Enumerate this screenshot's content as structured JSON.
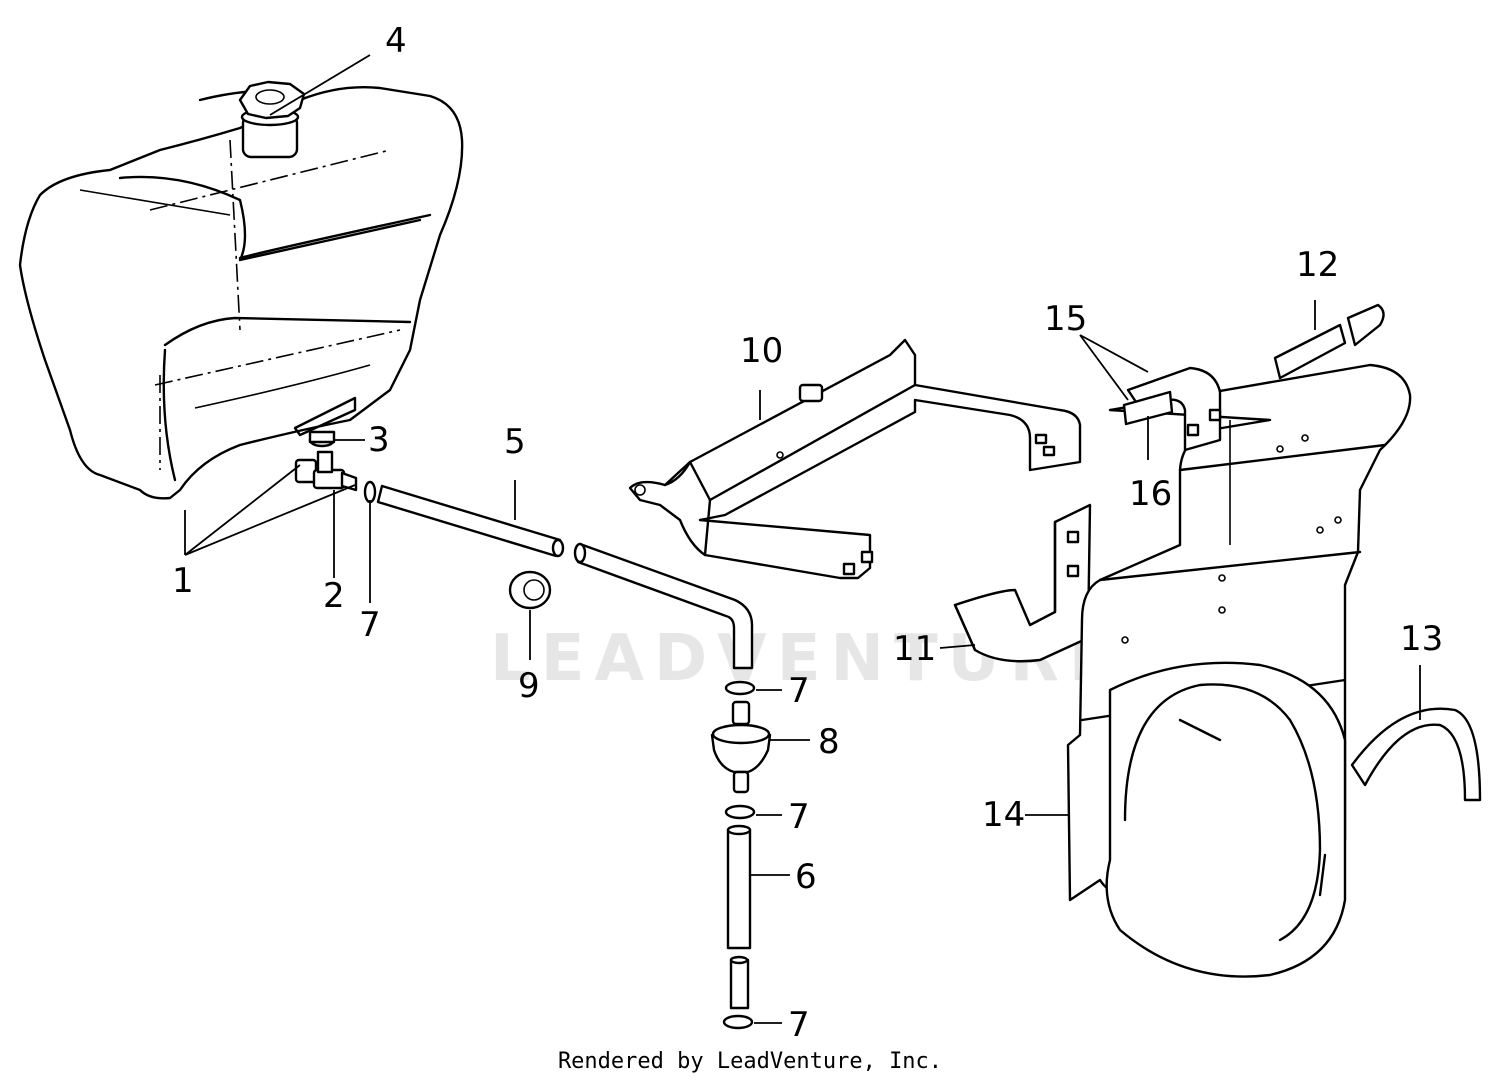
{
  "watermark": "LEADVENTURE",
  "footer": "Rendered by LeadVenture, Inc.",
  "callouts": [
    {
      "id": "1",
      "label": "1"
    },
    {
      "id": "2",
      "label": "2"
    },
    {
      "id": "3",
      "label": "3"
    },
    {
      "id": "4",
      "label": "4"
    },
    {
      "id": "5",
      "label": "5"
    },
    {
      "id": "6",
      "label": "6"
    },
    {
      "id": "7a",
      "label": "7"
    },
    {
      "id": "7b",
      "label": "7"
    },
    {
      "id": "7c",
      "label": "7"
    },
    {
      "id": "7d",
      "label": "7"
    },
    {
      "id": "8",
      "label": "8"
    },
    {
      "id": "9",
      "label": "9"
    },
    {
      "id": "10",
      "label": "10"
    },
    {
      "id": "11",
      "label": "11"
    },
    {
      "id": "12",
      "label": "12"
    },
    {
      "id": "13",
      "label": "13"
    },
    {
      "id": "14",
      "label": "14"
    },
    {
      "id": "15",
      "label": "15"
    },
    {
      "id": "16",
      "label": "16"
    }
  ]
}
